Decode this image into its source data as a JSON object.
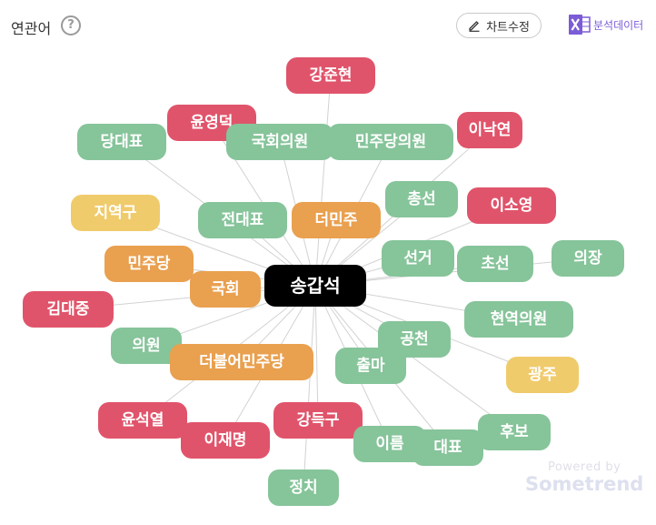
{
  "header": {
    "title": "연관어",
    "help_icon": "?",
    "edit_button_label": "차트수정",
    "export_label": "분석데이터"
  },
  "colors": {
    "red": "#e0546b",
    "green": "#86c49a",
    "orange": "#e9a04f",
    "yellow": "#f0cb6b",
    "center": "#000000"
  },
  "graph": {
    "center": "송갑석",
    "nodes": [
      {
        "label": "강준현",
        "color": "red"
      },
      {
        "label": "윤영덕",
        "color": "red"
      },
      {
        "label": "당대표",
        "color": "green"
      },
      {
        "label": "국회의원",
        "color": "green"
      },
      {
        "label": "민주당의원",
        "color": "green"
      },
      {
        "label": "이낙연",
        "color": "red"
      },
      {
        "label": "지역구",
        "color": "yellow"
      },
      {
        "label": "전대표",
        "color": "green"
      },
      {
        "label": "더민주",
        "color": "orange"
      },
      {
        "label": "총선",
        "color": "green"
      },
      {
        "label": "이소영",
        "color": "red"
      },
      {
        "label": "민주당",
        "color": "orange"
      },
      {
        "label": "선거",
        "color": "green"
      },
      {
        "label": "초선",
        "color": "green"
      },
      {
        "label": "의장",
        "color": "green"
      },
      {
        "label": "국회",
        "color": "orange"
      },
      {
        "label": "김대중",
        "color": "red"
      },
      {
        "label": "현역의원",
        "color": "green"
      },
      {
        "label": "공천",
        "color": "green"
      },
      {
        "label": "의원",
        "color": "green"
      },
      {
        "label": "더불어민주당",
        "color": "orange"
      },
      {
        "label": "출마",
        "color": "green"
      },
      {
        "label": "광주",
        "color": "yellow"
      },
      {
        "label": "윤석열",
        "color": "red"
      },
      {
        "label": "강득구",
        "color": "red"
      },
      {
        "label": "이재명",
        "color": "red"
      },
      {
        "label": "이름",
        "color": "green"
      },
      {
        "label": "대표",
        "color": "green"
      },
      {
        "label": "후보",
        "color": "green"
      },
      {
        "label": "정치",
        "color": "green"
      }
    ]
  },
  "watermark": {
    "powered_by": "Powered by",
    "brand": "Sometrend"
  }
}
